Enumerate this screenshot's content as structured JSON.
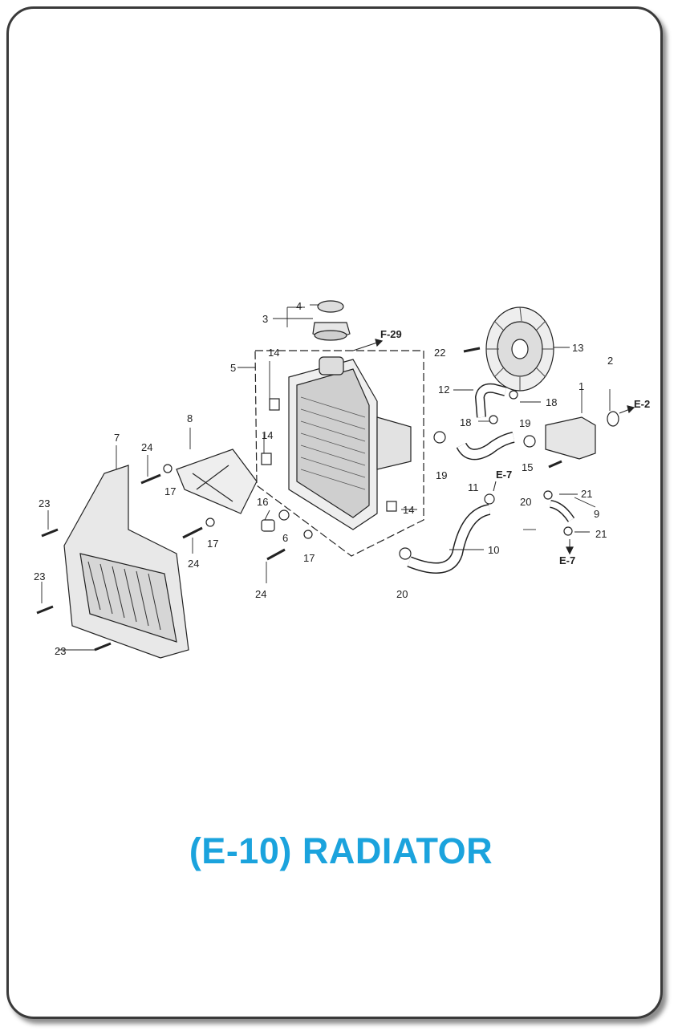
{
  "page": {
    "title": "(E-10) RADIATOR"
  },
  "colors": {
    "title": "#1ba3dd",
    "line": "#222222",
    "frame": "#3a3a3a"
  },
  "callouts": [
    "1",
    "2",
    "3",
    "4",
    "5",
    "6",
    "7",
    "8",
    "9",
    "10",
    "11",
    "12",
    "13",
    "14",
    "14",
    "14",
    "15",
    "16",
    "17",
    "17",
    "17",
    "18",
    "18",
    "19",
    "19",
    "20",
    "20",
    "21",
    "21",
    "22",
    "23",
    "23",
    "23",
    "24",
    "24",
    "24"
  ],
  "references": [
    "F-29",
    "E-2",
    "E-7",
    "E-7"
  ]
}
